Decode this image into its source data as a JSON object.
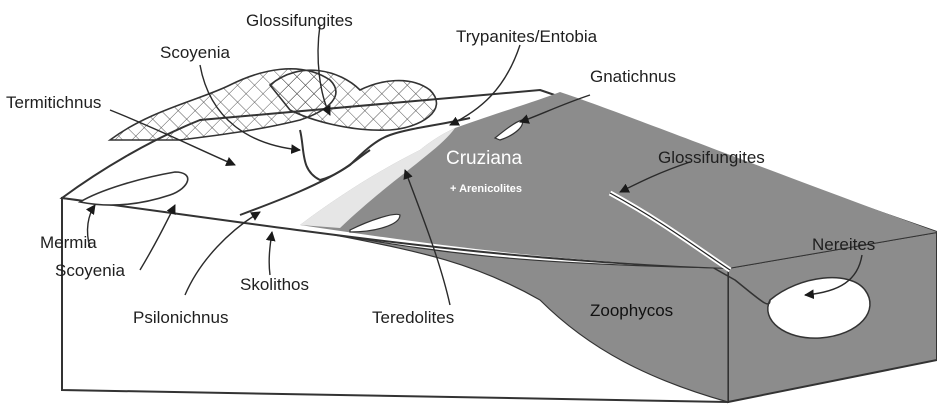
{
  "labels": {
    "glossifungites_top": "Glossifungites",
    "trypanites": "Trypanites/Entobia",
    "scoyenia_top": "Scoyenia",
    "gnatichnus": "Gnatichnus",
    "termitichnus": "Termitichnus",
    "cruziana": "Cruziana",
    "arenicolites": "+ Arenicolites",
    "glossifungites_right": "Glossifungites",
    "mermia": "Mermia",
    "scoyenia_bottom": "Scoyenia",
    "skolithos": "Skolithos",
    "nereites": "Nereites",
    "psilonichnus": "Psilonichnus",
    "teredolites": "Teredolites",
    "zoophycos": "Zoophycos"
  },
  "colors": {
    "marine": "#8c8c8c",
    "land": "#ffffff",
    "outline": "#333333",
    "nearshore": "#e6e6e6"
  }
}
